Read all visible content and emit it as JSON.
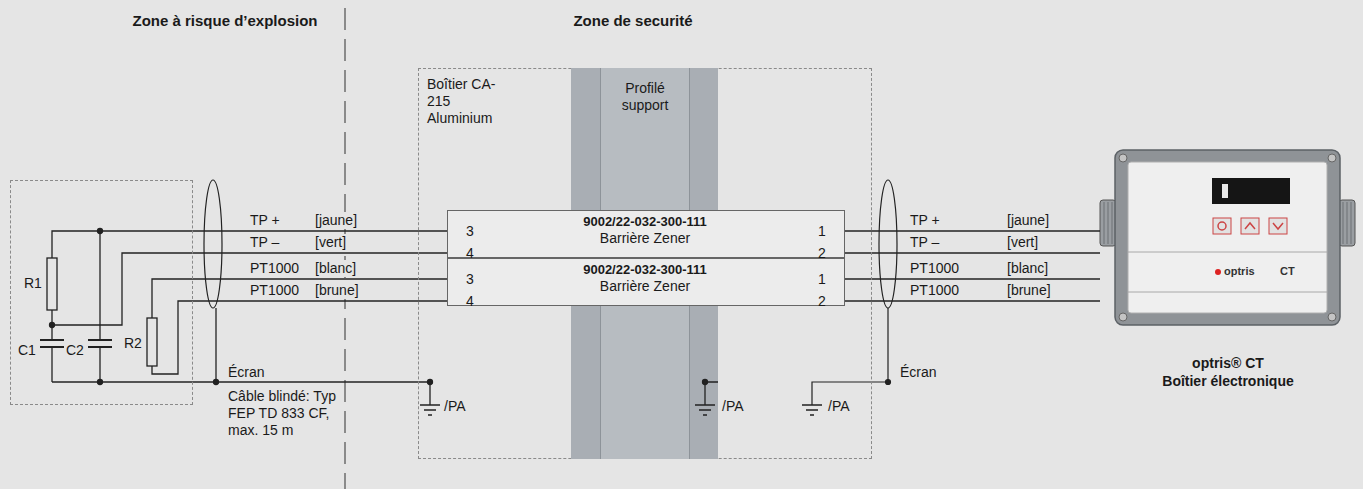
{
  "diagram": {
    "nodes": [
      {
        "text": [
          "R1",
          "C1",
          "C2",
          "R2"
        ]
      },
      {
        "text": [
          "Boîtier CA-215 Aluminium"
        ]
      },
      {
        "text": [
          "Profilé support"
        ],
        "in": 1
      },
      {
        "text": [
          "3",
          "4",
          "9002/22-032-300-111",
          "Barrière Zener",
          "1",
          "2"
        ],
        "in": 1
      },
      {
        "text": [
          "3",
          "4",
          "9002/22-032-300-111",
          "Barrière Zener",
          "1",
          "2"
        ],
        "in": 1
      },
      {
        "text": [
          "optris",
          "CT",
          "optris® CT",
          "Boîtier électronique"
        ]
      }
    ],
    "edges": [
      {
        "from": 0,
        "to": 3,
        "arrow": "none",
        "label": "TP +"
      },
      {
        "from": 0,
        "to": 3,
        "arrow": "none",
        "label": "TP –"
      },
      {
        "from": 0,
        "to": 4,
        "arrow": "none",
        "label": "PT1000"
      },
      {
        "from": 0,
        "to": 4,
        "arrow": "none",
        "label": "PT1000"
      },
      {
        "from": 3,
        "to": 5,
        "arrow": "none",
        "label": "TP +"
      },
      {
        "from": 3,
        "to": 5,
        "arrow": "none",
        "label": "TP –"
      },
      {
        "from": 4,
        "to": 5,
        "arrow": "none",
        "label": "PT1000"
      },
      {
        "from": 4,
        "to": 5,
        "arrow": "none",
        "label": "PT1000"
      }
    ],
    "labels": [
      "Zone à risque d’explosion",
      "Zone de securité",
      "[jaune]",
      "[vert]",
      "[blanc]",
      "[brune]",
      "Écran",
      "Câble blindé: Typ FEP TD 833 CF, max. 15 m",
      "/PA",
      "/PA",
      "/PA",
      "[jaune]",
      "[vert]",
      "[blanc]",
      "[brune]",
      "Écran"
    ]
  }
}
